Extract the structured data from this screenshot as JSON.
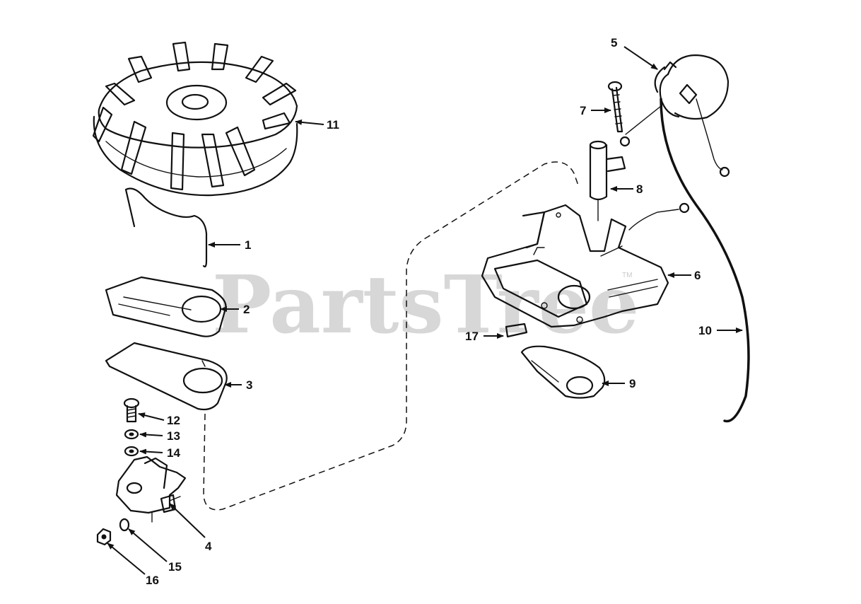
{
  "watermark": {
    "text": "PartsTree",
    "trademark": "TM"
  },
  "parts": [
    {
      "id": "p1",
      "label": "1",
      "icon": "wire-link-icon"
    },
    {
      "id": "p2",
      "label": "2",
      "icon": "gasket-plate-icon"
    },
    {
      "id": "p3",
      "label": "3",
      "icon": "gasket-plate-icon"
    },
    {
      "id": "p4",
      "label": "4",
      "icon": "breaker-points-icon"
    },
    {
      "id": "p5",
      "label": "5",
      "icon": "ignition-coil-icon"
    },
    {
      "id": "p6",
      "label": "6",
      "icon": "stator-plate-icon"
    },
    {
      "id": "p7",
      "label": "7",
      "icon": "screw-icon"
    },
    {
      "id": "p8",
      "label": "8",
      "icon": "condenser-icon"
    },
    {
      "id": "p9",
      "label": "9",
      "icon": "dust-cover-icon"
    },
    {
      "id": "p10",
      "label": "10",
      "icon": "lead-wire-icon"
    },
    {
      "id": "p11",
      "label": "11",
      "icon": "flywheel-icon"
    },
    {
      "id": "p12",
      "label": "12",
      "icon": "screw-icon"
    },
    {
      "id": "p13",
      "label": "13",
      "icon": "washer-icon"
    },
    {
      "id": "p14",
      "label": "14",
      "icon": "washer-icon"
    },
    {
      "id": "p15",
      "label": "15",
      "icon": "washer-icon"
    },
    {
      "id": "p16",
      "label": "16",
      "icon": "nut-icon"
    },
    {
      "id": "p17",
      "label": "17",
      "icon": "key-icon"
    }
  ]
}
